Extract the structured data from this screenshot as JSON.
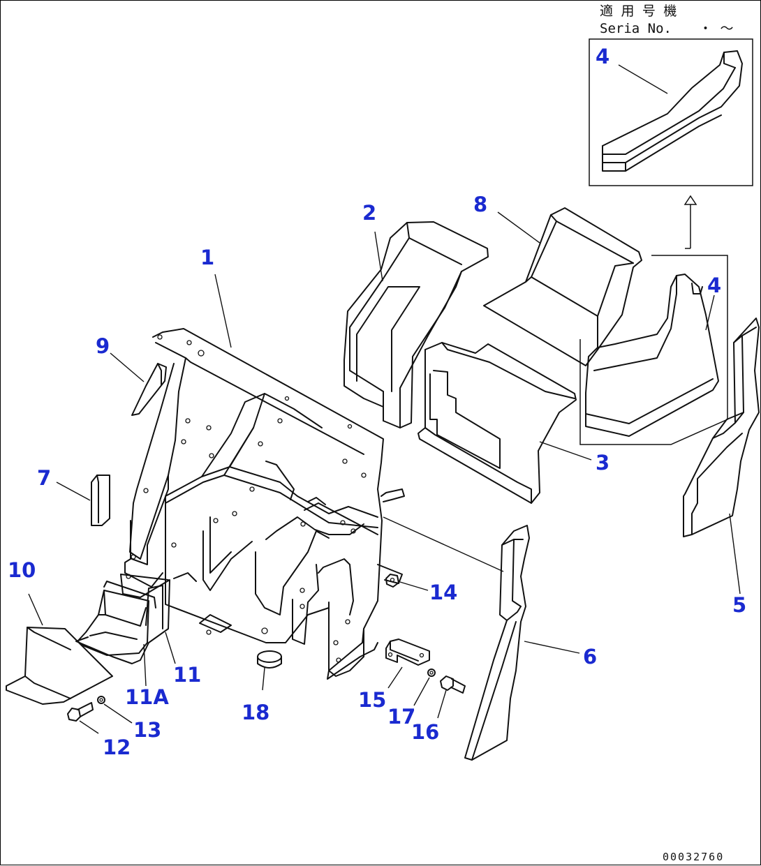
{
  "header": {
    "applicable_label": "適 用 号 機",
    "serial_label": "Seria  No.",
    "serial_range": "・ 〜"
  },
  "footer": {
    "drawing_number": "00032760"
  },
  "callouts": {
    "p1": "1",
    "p2": "2",
    "p3": "3",
    "p4_inset": "4",
    "p4_main": "4",
    "p5": "5",
    "p6": "6",
    "p7": "7",
    "p8": "8",
    "p9": "9",
    "p10": "10",
    "p11": "11",
    "p11a": "11A",
    "p12": "12",
    "p13": "13",
    "p14": "14",
    "p15": "15",
    "p16": "16",
    "p17": "17",
    "p18": "18"
  }
}
